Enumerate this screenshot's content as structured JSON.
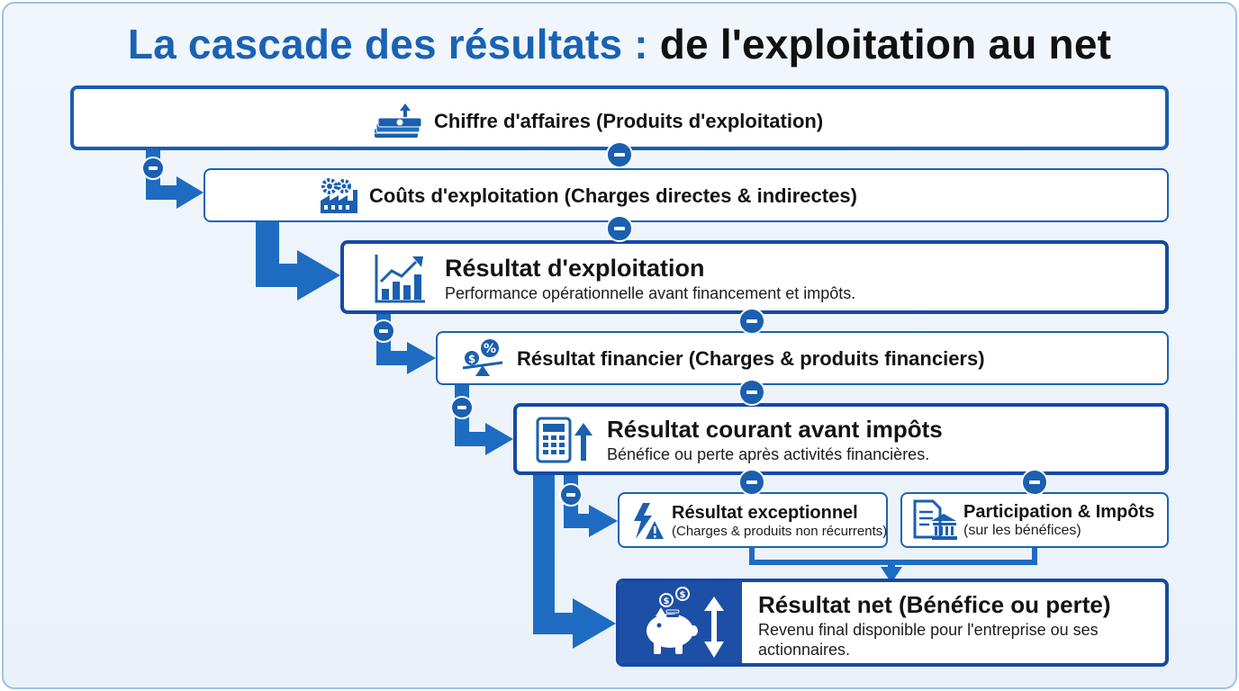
{
  "title": {
    "part1": "La cascade des résultats :",
    "part2": "de l'exploitation au net"
  },
  "steps": {
    "ca": {
      "label": "Chiffre d'affaires (Produits d'exploitation)",
      "icon": "money-stack-arrow-up-icon"
    },
    "couts": {
      "label": "Coûts d'exploitation (Charges directes & indirectes)",
      "icon": "factory-gears-icon"
    },
    "rex": {
      "title": "Résultat d'exploitation",
      "desc": "Performance opérationnelle avant financement et impôts.",
      "icon": "growth-chart-icon"
    },
    "rfin": {
      "label": "Résultat financier (Charges & produits financiers)",
      "icon": "balance-percent-dollar-icon"
    },
    "rcai": {
      "title": "Résultat courant avant impôts",
      "desc": "Bénéfice ou perte après activités financières.",
      "icon": "calculator-arrow-icon"
    },
    "rexc": {
      "title": "Résultat exceptionnel",
      "desc": "(Charges & produits non récurrents)",
      "icon": "lightning-warning-icon"
    },
    "particip": {
      "title": "Participation & Impôts",
      "desc": "(sur les bénéfices)",
      "icon": "document-bank-icon"
    },
    "rnet": {
      "title": "Résultat net (Bénéfice ou perte)",
      "desc": "Revenu final disponible pour l'entreprise ou ses actionnaires.",
      "icon": "piggy-bank-icon"
    }
  },
  "colors": {
    "primary": "#1a62b4",
    "dark_blue": "#1649a5",
    "arrow": "#1d6cc2"
  }
}
